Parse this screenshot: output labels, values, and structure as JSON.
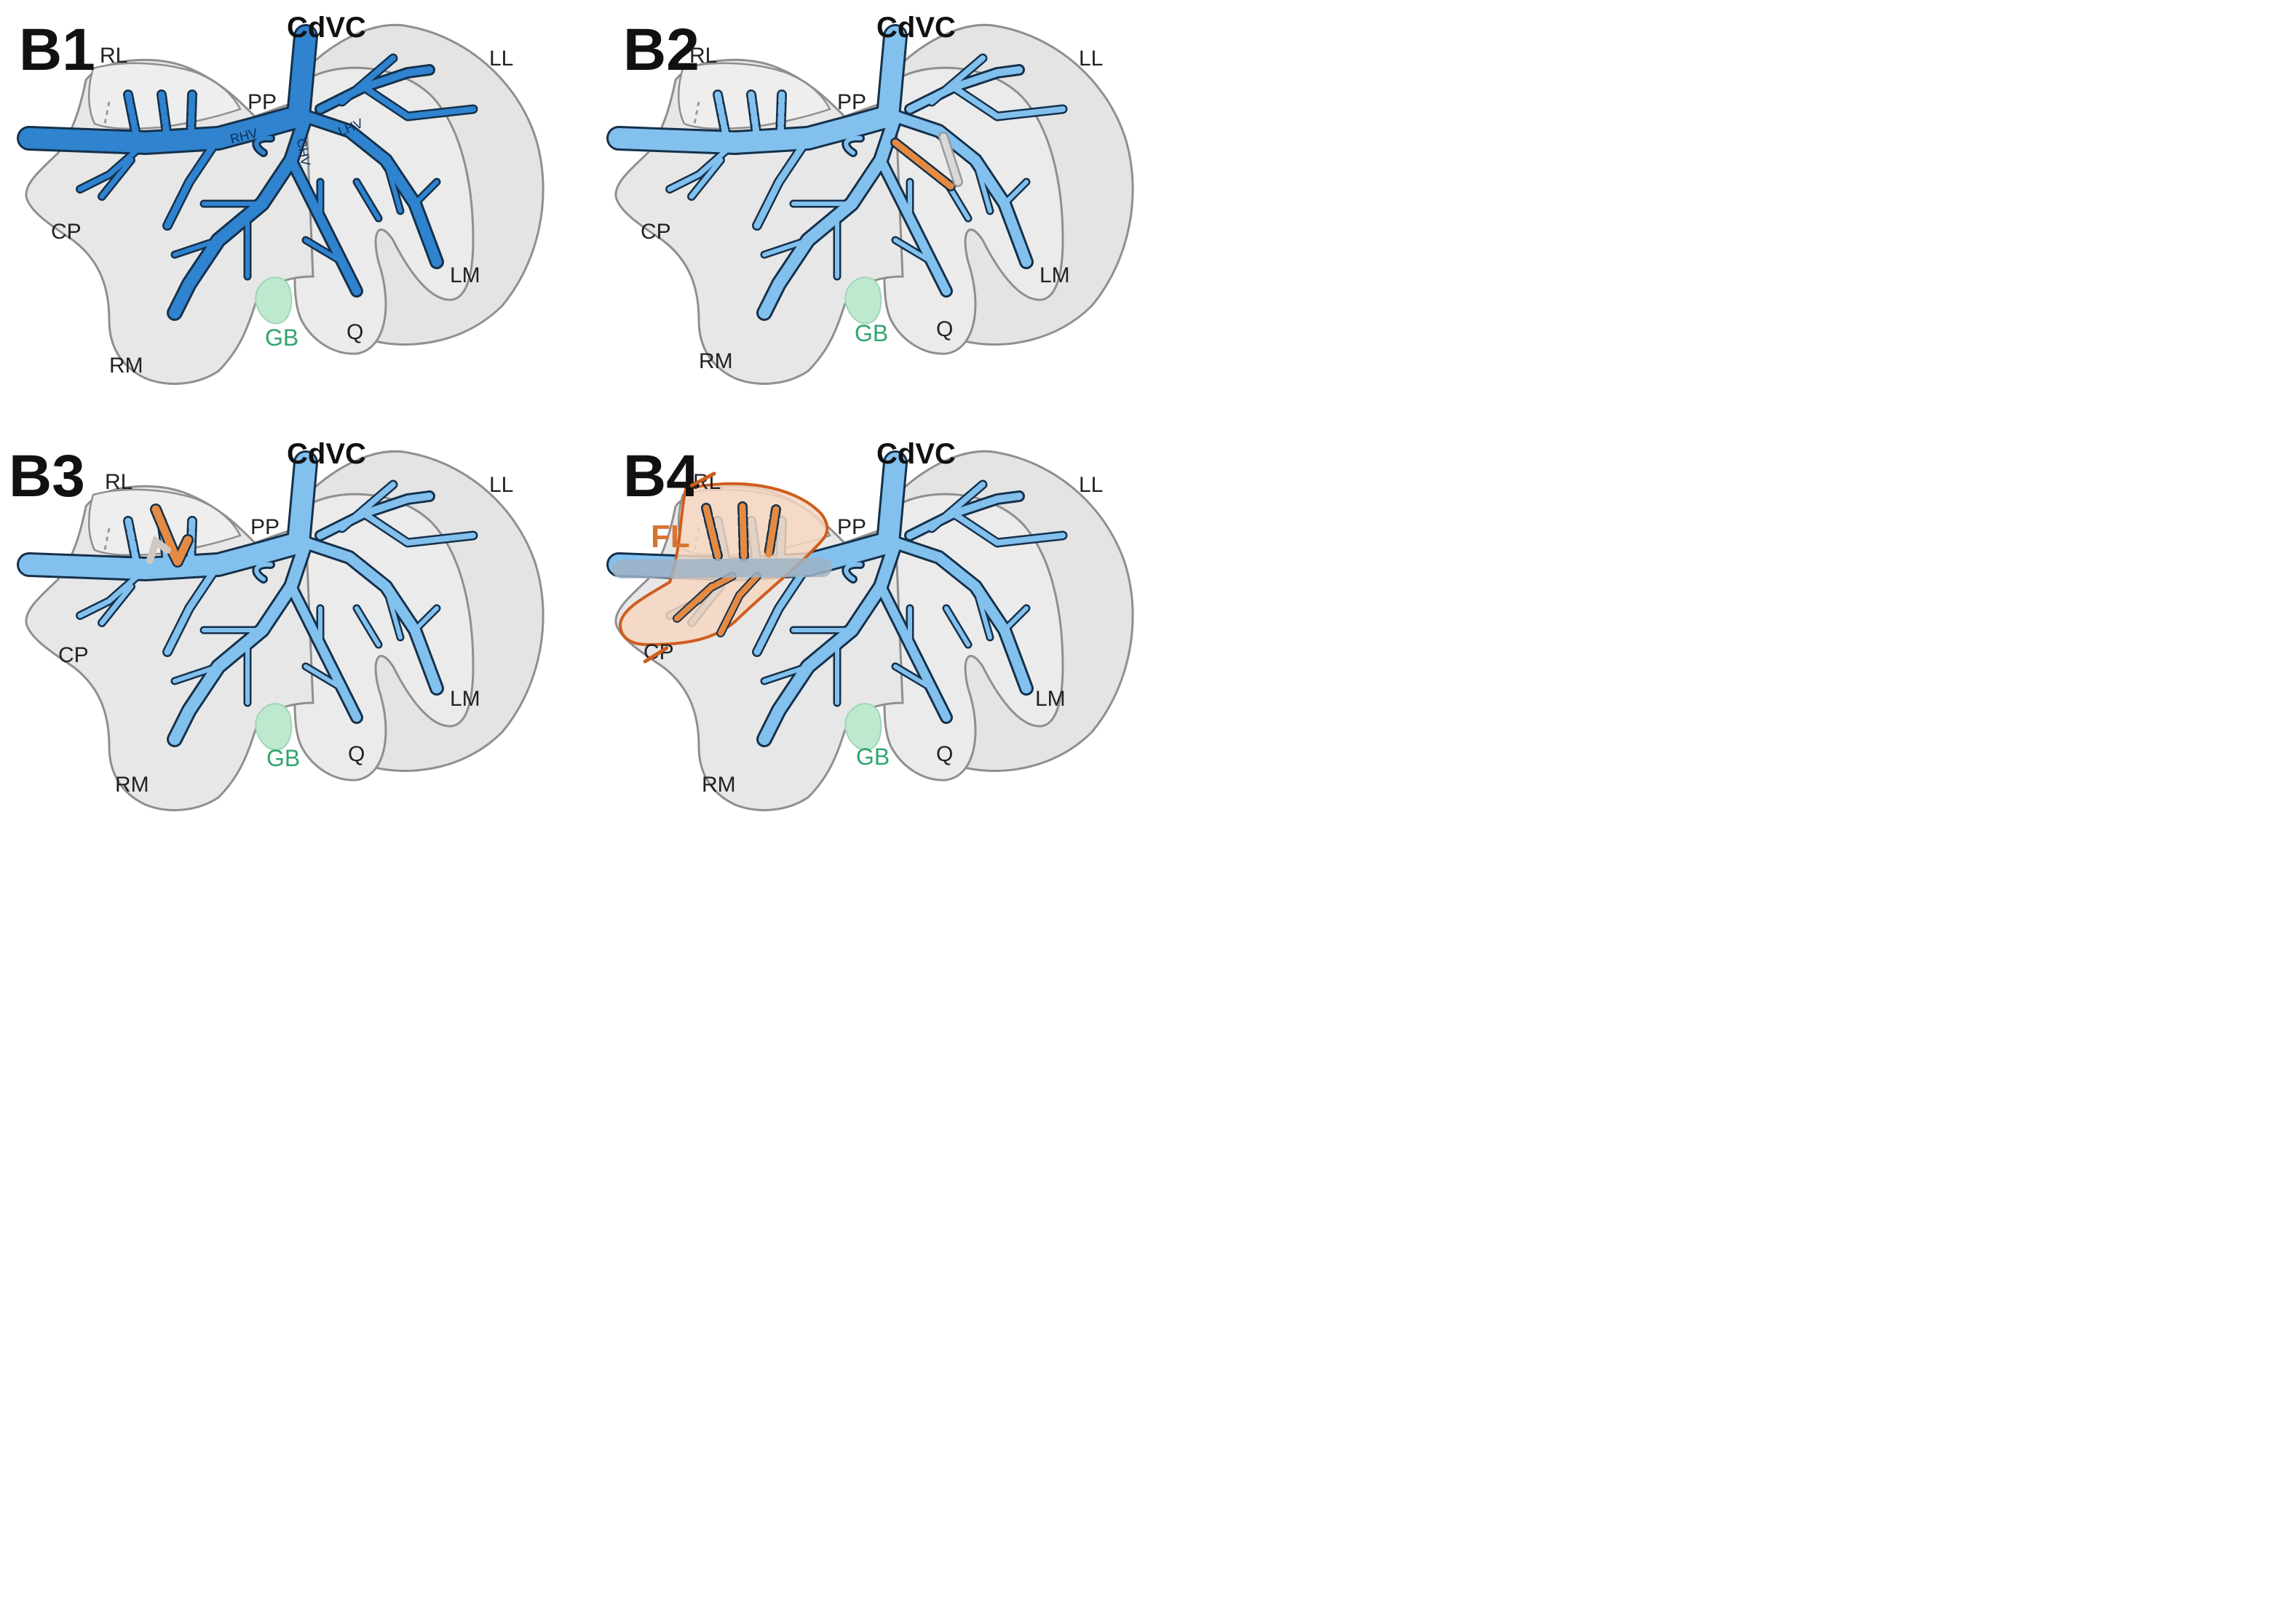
{
  "colors": {
    "lobe_fill": "#e6e6e6",
    "lobe_stroke": "#8f8f8f",
    "vein_dark_blue": "#2f83cf",
    "vein_light_blue": "#82c0ee",
    "vein_outline": "#15304a",
    "gallbladder": "#bfe9cf",
    "gallbladder_text": "#2fa56c",
    "ligation_orange": "#e58a43",
    "fused_lobe_fill": "#f5d6bf",
    "fused_lobe_stroke": "#cf5d1f"
  },
  "panels": [
    {
      "label": "B1",
      "vein_color": "dark-blue",
      "labels": {
        "cdvc": "CdVC",
        "rl": "RL",
        "ll": "LL",
        "pp": "PP",
        "cp": "CP",
        "lm": "LM",
        "rm": "RM",
        "q": "Q",
        "gb": "GB"
      },
      "vein_labels": {
        "rhv": "RHV",
        "chv": "CHV",
        "lhv": "LHV"
      }
    },
    {
      "label": "B2",
      "vein_color": "light-blue",
      "highlight": "ligated-branch-between-CHV-and-LHV",
      "labels": {
        "cdvc": "CdVC",
        "rl": "RL",
        "ll": "LL",
        "pp": "PP",
        "cp": "CP",
        "lm": "LM",
        "rm": "RM",
        "q": "Q",
        "gb": "GB"
      }
    },
    {
      "label": "B3",
      "vein_color": "light-blue",
      "highlight": "ligated-right-lateral-branch",
      "labels": {
        "cdvc": "CdVC",
        "rl": "RL",
        "ll": "LL",
        "pp": "PP",
        "cp": "CP",
        "lm": "LM",
        "rm": "RM",
        "q": "Q",
        "gb": "GB"
      }
    },
    {
      "label": "B4",
      "vein_color": "light-blue",
      "highlight": "fused-lobe",
      "labels": {
        "cdvc": "CdVC",
        "rl": "RL",
        "ll": "LL",
        "pp": "PP",
        "cp": "CP",
        "lm": "LM",
        "rm": "RM",
        "q": "Q",
        "gb": "GB",
        "fl": "FL"
      }
    }
  ]
}
